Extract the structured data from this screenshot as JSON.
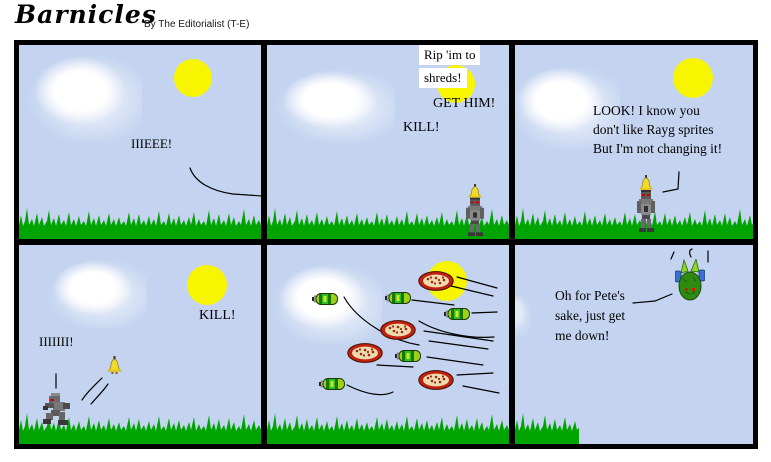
{
  "title": "Barnicles",
  "byline": "By The Editorialist (T-E)",
  "colors": {
    "sky": "#c4d4f0",
    "grass": "#00a400",
    "sun": "#f8f500",
    "panel_border": "#000000",
    "capsule_green": "#2fbc2f",
    "pizza_crust": "#c22010",
    "pizza_center": "#eedcae",
    "bird_yellow": "#f0dc28",
    "robot_gray": "#787878",
    "monster_green": "#2f8a12",
    "monster_blue": "#3a6fd0"
  },
  "sprites": {
    "gray_robot": "gray-robot-sprite",
    "rayg_bird": "rayg-bird-sprite",
    "green_monster": "green-monster-sprite",
    "pizza": "pizza-projectile-sprite",
    "capsule": "capsule-projectile-sprite",
    "sun": "sun-icon",
    "cloud": "cloud-shape",
    "grass": "grass-strip"
  },
  "panels": [
    {
      "name": "panel-1",
      "texts": {
        "scream": "IIIEEE!"
      }
    },
    {
      "name": "panel-2",
      "texts": {
        "shout1_line1": "Rip 'im to",
        "shout1_line2": "shreds!",
        "shout2": "GET HIM!",
        "shout3": "KILL!"
      }
    },
    {
      "name": "panel-3",
      "texts": {
        "speech_line1": "LOOK! I know you",
        "speech_line2": "don't like Rayg sprites",
        "speech_line3": "But I'm not changing it!"
      }
    },
    {
      "name": "panel-4",
      "texts": {
        "shout": "KILL!",
        "scream": "IIIIIII!"
      }
    },
    {
      "name": "panel-5",
      "texts": {}
    },
    {
      "name": "panel-6",
      "texts": {
        "speech_line1": "Oh for Pete's",
        "speech_line2": "sake, just get",
        "speech_line3": "me down!"
      }
    }
  ]
}
